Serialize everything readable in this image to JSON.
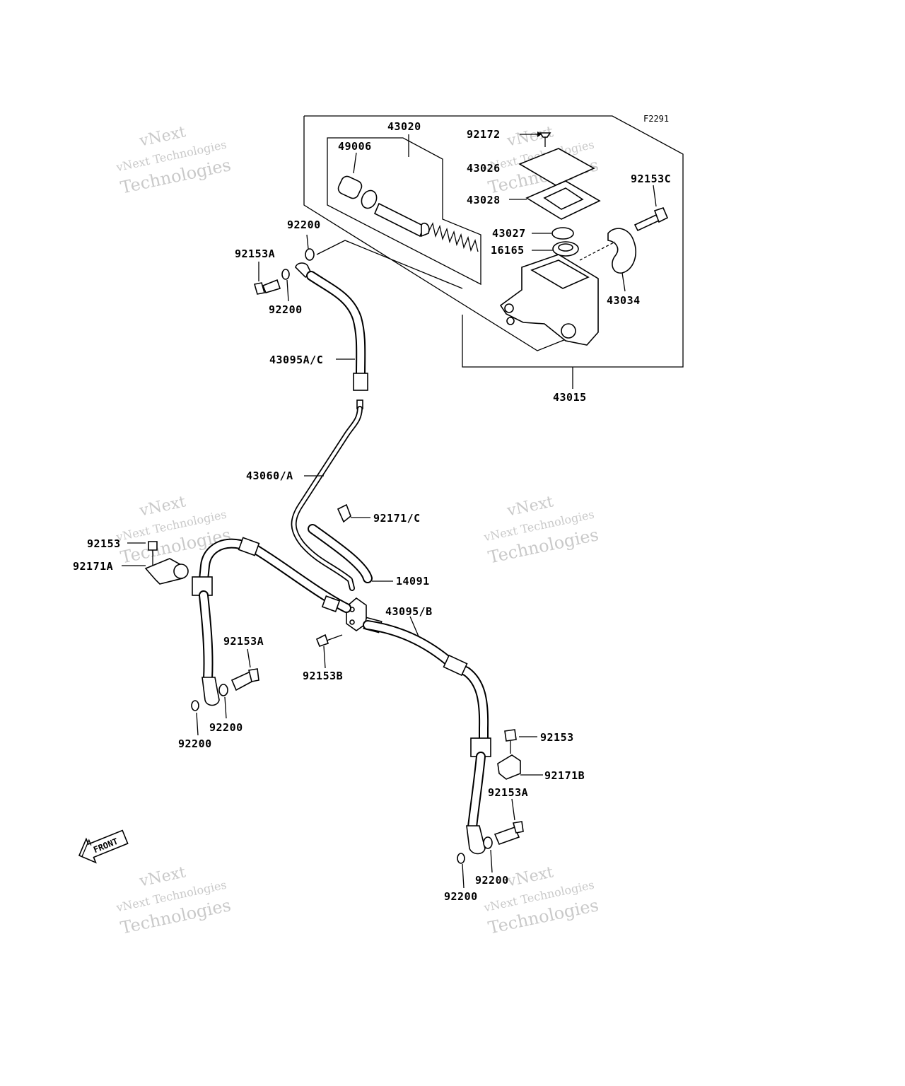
{
  "figure_code": "F2291",
  "front_label": "FRONT",
  "watermark": {
    "line1": "vNext",
    "line2": "vNext Technologies",
    "line3": "Technologies"
  },
  "parts": [
    {
      "id": "43020",
      "label": "43020"
    },
    {
      "id": "92172",
      "label": "92172"
    },
    {
      "id": "49006",
      "label": "49006"
    },
    {
      "id": "43026",
      "label": "43026"
    },
    {
      "id": "92153C",
      "label": "92153C"
    },
    {
      "id": "43028",
      "label": "43028"
    },
    {
      "id": "43027",
      "label": "43027"
    },
    {
      "id": "92200_top",
      "label": "92200"
    },
    {
      "id": "16165",
      "label": "16165"
    },
    {
      "id": "92153A_top",
      "label": "92153A"
    },
    {
      "id": "43034",
      "label": "43034"
    },
    {
      "id": "92200_top2",
      "label": "92200"
    },
    {
      "id": "43095AC",
      "label": "43095A/C"
    },
    {
      "id": "43015",
      "label": "43015"
    },
    {
      "id": "43060A",
      "label": "43060/A"
    },
    {
      "id": "92171C",
      "label": "92171/C"
    },
    {
      "id": "92153_left",
      "label": "92153"
    },
    {
      "id": "92171A",
      "label": "92171A"
    },
    {
      "id": "14091",
      "label": "14091"
    },
    {
      "id": "43095B",
      "label": "43095/B"
    },
    {
      "id": "92153A_mid",
      "label": "92153A"
    },
    {
      "id": "92153B",
      "label": "92153B"
    },
    {
      "id": "92200_left1",
      "label": "92200"
    },
    {
      "id": "92200_left2",
      "label": "92200"
    },
    {
      "id": "92153_right",
      "label": "92153"
    },
    {
      "id": "92171B",
      "label": "92171B"
    },
    {
      "id": "92153A_right",
      "label": "92153A"
    },
    {
      "id": "92200_right1",
      "label": "92200"
    },
    {
      "id": "92200_right2",
      "label": "92200"
    }
  ]
}
